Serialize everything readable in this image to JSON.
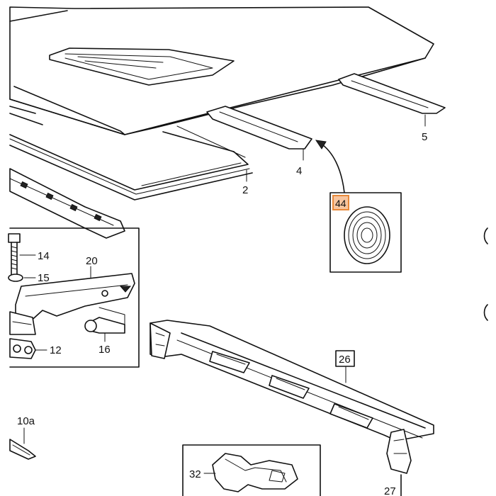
{
  "diagram": {
    "labels": {
      "part_2": "2",
      "part_4": "4",
      "part_5": "5",
      "part_44": "44",
      "part_14": "14",
      "part_15": "15",
      "part_20": "20",
      "part_16": "16",
      "part_12": "12",
      "part_26": "26",
      "part_10a": "10a",
      "part_32": "32",
      "part_27": "27"
    },
    "colors": {
      "ink": "#111111",
      "highlight_fill": "#f7c59f",
      "highlight_border": "#e8893a",
      "background": "#ffffff"
    }
  }
}
